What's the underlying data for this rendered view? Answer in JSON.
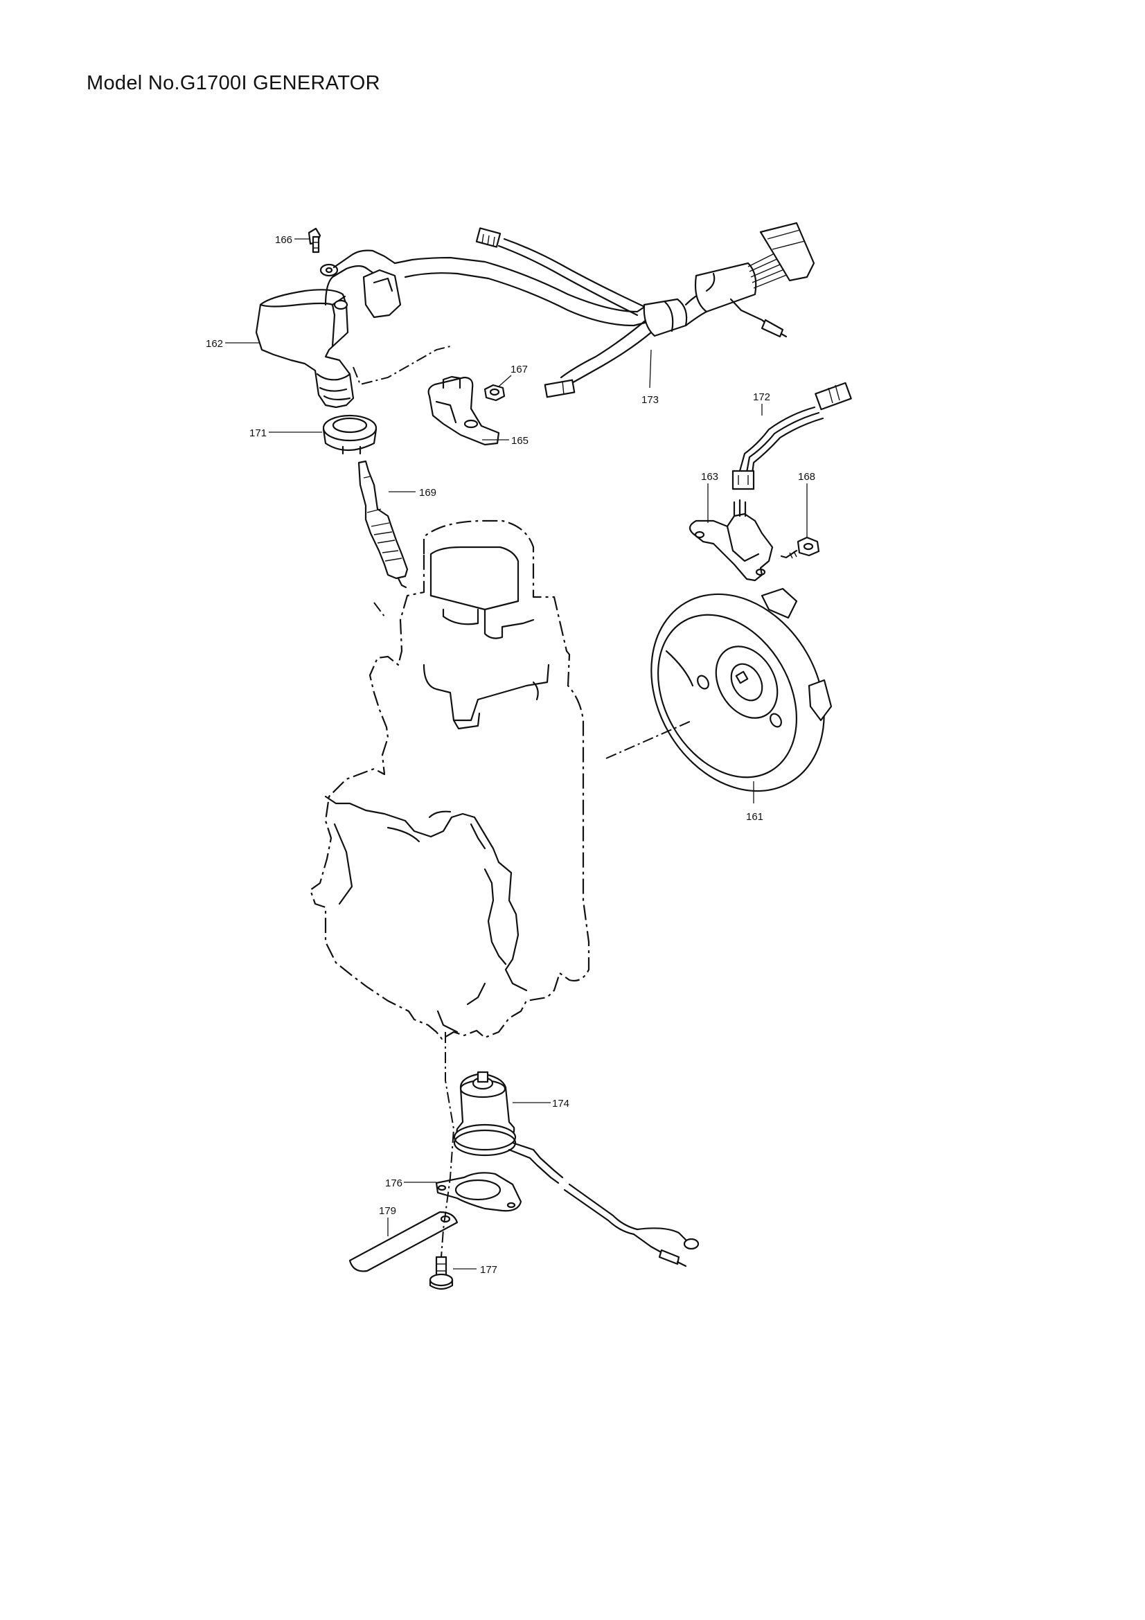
{
  "title": "Model No.G1700I GENERATOR",
  "parts": {
    "p161": "161",
    "p162": "162",
    "p163": "163",
    "p165": "165",
    "p166": "166",
    "p167": "167",
    "p168": "168",
    "p169": "169",
    "p171": "171",
    "p172": "172",
    "p173": "173",
    "p174": "174",
    "p176": "176",
    "p177": "177",
    "p179": "179"
  }
}
